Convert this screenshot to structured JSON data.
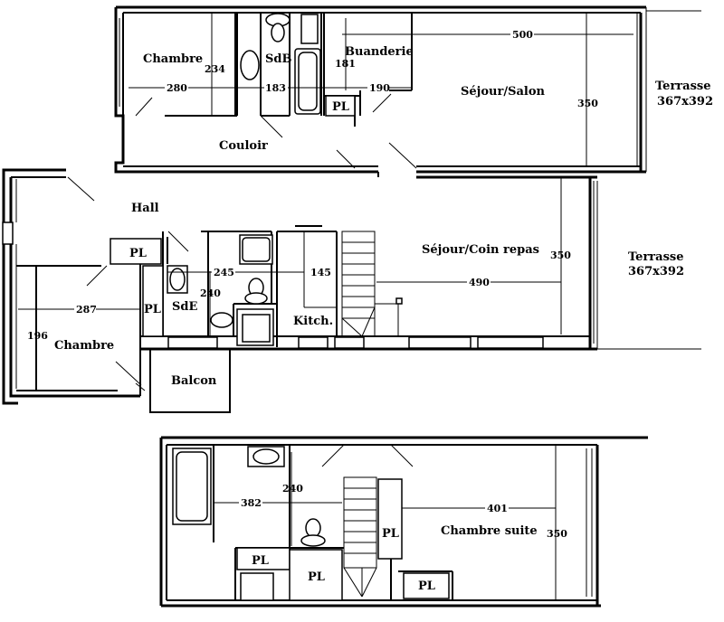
{
  "rooms": {
    "chambre_1": "Chambre",
    "sdb": "SdB",
    "buanderie": "Buanderie",
    "sejour_salon": "Séjour/Salon",
    "couloir": "Couloir",
    "terrasse_1": "Terrasse",
    "terrasse_1_size": "367x392",
    "hall": "Hall",
    "sejour_coin_repas": "Séjour/Coin repas",
    "terrasse_2": "Terrasse",
    "terrasse_2_size": "367x392",
    "sde": "SdE",
    "kitch": "Kitch.",
    "chambre_2": "Chambre",
    "balcon": "Balcon",
    "chambre_suite": "Chambre suite"
  },
  "closets": {
    "pl_buanderie": "PL",
    "pl_hall": "PL",
    "pl_sde": "PL",
    "pl_upper_left": "PL",
    "pl_upper_mid": "PL",
    "pl_upper_stairs": "PL",
    "pl_upper_bottom": "PL"
  },
  "dimensions": {
    "d234": "234",
    "d280": "280",
    "d183": "183",
    "d181": "181",
    "d190": "190",
    "d500": "500",
    "d350_top": "350",
    "d245": "245",
    "d145": "145",
    "d240_mid": "240",
    "d287": "287",
    "d196": "196",
    "d490": "490",
    "d350_mid": "350",
    "d382": "382",
    "d240_low": "240",
    "d401": "401",
    "d350_low": "350"
  }
}
